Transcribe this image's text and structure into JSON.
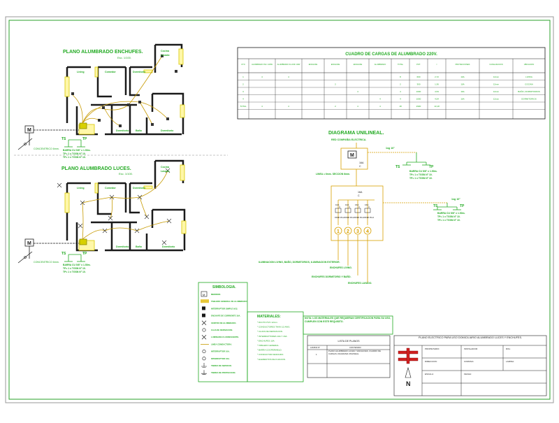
{
  "plan_enchufes": {
    "title": "PLANO ALUMBRADO ENCHUFES.",
    "scale": "Esc. 1/100.",
    "rooms": [
      "Cocina",
      "Lavado",
      "Living",
      "Comedor",
      "Dormitorio",
      "Dormitorio",
      "Baño",
      "Dormitorio"
    ],
    "meter": "M",
    "pole_label": "CONCENTRICO 6mm.",
    "ts": "TS",
    "tp": "TP",
    "notes": [
      "BARRA CU 5/8\" x 1.50m.",
      "TP= 1 x TGSN N° 10.",
      "TP= 1 x TGSN N° 10."
    ]
  },
  "plan_luces": {
    "title": "PLANO ALUMBRADO LUCES.",
    "scale": "Esc. 1/100.",
    "rooms": [
      "Cocina",
      "Lavado",
      "Living",
      "Comedor",
      "Dormitorio",
      "Dormitorio",
      "Baño",
      "Dormitorio"
    ],
    "meter": "M",
    "pole_label": "CONCENTRICO 6mm.",
    "ts": "TS",
    "tp": "TP",
    "notes": [
      "BARRA CU 5/8\" x 1.50m.",
      "TP= 1 x TGSN N° 10.",
      "TP= 1 x TGSN N° 10."
    ]
  },
  "load_table": {
    "title": "CUADRO DE CARGAS DE ALUMBRADO 220V.",
    "headers": [
      "CTO",
      "ALUMBRADO INC. 100W",
      "ALUMBRADO FLUOR. 40W",
      "ENCHUFE",
      "ENCHUFE",
      "ENCHUFE",
      "ALUMBRADO",
      "TOTAL",
      "POT.",
      "I",
      "PROTECCIONES",
      "CANALIZACION",
      "UBICACION"
    ],
    "rows": [
      [
        "1",
        "4",
        "4",
        "",
        "",
        "",
        "",
        "8",
        "600",
        "2,72",
        "10A",
        "12mm",
        "LIVING"
      ],
      [
        "2",
        "",
        "",
        "",
        "2",
        "",
        "",
        "2",
        "300",
        "1,36",
        "10A",
        "12mm",
        "COCINA"
      ],
      [
        "3",
        "",
        "",
        "",
        "",
        "4",
        "",
        "4",
        "1000",
        "4,54",
        "16A",
        "12mm",
        "BAÑO, DORMITORIOS"
      ],
      [
        "4",
        "",
        "",
        "",
        "",
        "",
        "4",
        "4",
        "1000",
        "4,54",
        "16A",
        "12mm",
        "DORMITORIOS"
      ],
      [
        "TOTAL",
        "4",
        "4",
        "",
        "2",
        "4",
        "4",
        "18",
        "2900",
        "13,18",
        "",
        "",
        ""
      ]
    ]
  },
  "diagram": {
    "title": "DIAGRAMA UNILINEAL.",
    "subtitle": "RED COMPAÑIA ELECTRICA.",
    "meter": "M",
    "main_breaker": "16A",
    "main_breaker_sub": "C",
    "ground_label": "1xg 10\"",
    "ground_label2": "1xg 10\"",
    "feeder_label": "LINEA = 6mm. SECCION 6mm.",
    "breakers": [
      "10A",
      "10A",
      "16A",
      "16A"
    ],
    "curves": [
      "C",
      "C",
      "C",
      "C"
    ],
    "differentials": [
      "DIFER 25mA",
      "DIFER 25mA",
      "DIFER 25mA",
      "DIFER 25mA"
    ],
    "circuits": [
      "1",
      "2",
      "3",
      "4"
    ],
    "labels": [
      "ILUMINACION LIVING, BAÑO, DORMITORIOS, ILUMINACION EXTERIOR.",
      "ENCHUFES LIVING.",
      "ENCHUFES DORMITORIO Y BAÑO.",
      "ENCHUFES LAVADO."
    ],
    "ts": "TS",
    "tp": "TP",
    "ts2": "TS",
    "tp2": "TP",
    "notes": [
      "BARRA CU 5/8\" x 1.50m.",
      "TP= 1 x TGSN N° 10.",
      "TP= 1 x TGSN N° 10."
    ]
  },
  "legend": {
    "title": "SIMBOLOGIA.",
    "meter": "M",
    "items": [
      "MEDIDOR.",
      "TABLERO GENERAL DE ALUMBRADO.",
      "INTERRUPTOR SIMPLE 9/12.",
      "ENCHUFE DE CORRIENTE 10A.",
      "CENTRO DE ALUMBRADO.",
      "CAJA DE DERIVACION.",
      "LUMINARIA FLUORESCENTE.",
      "LINEA CONDUCTORA.",
      "INTERRUPTOR 10A.",
      "INTERRUPTOR 16A.",
      "TIERRA DE SERVICIO.",
      "TIERRA DE PROTECCION."
    ]
  },
  "materials": {
    "title": "MATERIALES:",
    "items": [
      "* DUCTO PVC 12mm.",
      "* CONDUCTORES THHN 12 AWG.",
      "* CAJAS DE DERIVACION.",
      "* INTERRUPTORES 10A Y 16A.",
      "* ENCHUFES 10A.",
      "* TABLERO GENERAL.",
      "* BARRA COOPERWELD.",
      "* CONDUCTOR DESNUDO.",
      "* ELEMENTOS DE FIJACION."
    ],
    "note": "NOTA: LOS MATERIALES QUE REQUIERAN CERTIFICACION PARA SU USO, CUMPLEN CON ESTE REQUISITO."
  },
  "sheets": {
    "title": "LISTA DE PLANOS",
    "headers": [
      "LAMINA N°",
      "CONTENIDO"
    ],
    "row": [
      "1",
      "PLANO ALUMBRADO LUCES Y ENCHUFES, CUADRO DE CARGAS, DIAGRAMA UNILINEAL."
    ]
  },
  "title_block": {
    "heading": "PLANO ELECTRICO PARA USO DOMICILIARIO ALUMBRADO LUCES Y ENCHUFES.",
    "cells": [
      "PROPIETARIO:",
      "INSTALADOR:",
      "DIRECCION:",
      "COMUNA:",
      "ROL:",
      "LAMINA:",
      "ESCALA:",
      "FECHA:"
    ],
    "north": "N"
  },
  "colors": {
    "wall": "#1a1a1a",
    "accent": "#22aa22",
    "panel": "#d8d000",
    "wire": "#c79a00",
    "fill": "#fff7a8",
    "table": "#55cc55"
  }
}
